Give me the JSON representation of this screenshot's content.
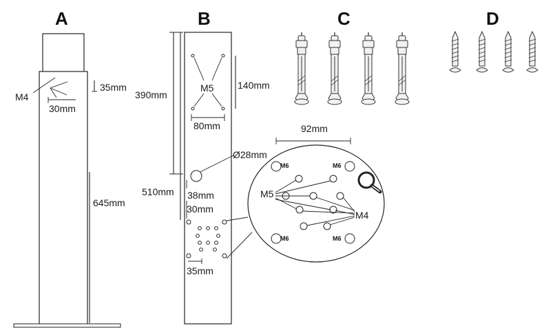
{
  "parts": {
    "a": {
      "letter": "A",
      "m4": "M4",
      "d35": "35mm",
      "d30": "30mm",
      "d645": "645mm"
    },
    "b": {
      "letter": "B",
      "m5": "M5",
      "d390": "390mm",
      "d140": "140mm",
      "d80": "80mm",
      "d28": "Ø28mm",
      "d510": "510mm",
      "d38": "38mm",
      "d30": "30mm",
      "d35": "35mm"
    },
    "c": {
      "letter": "C"
    },
    "d": {
      "letter": "D"
    }
  },
  "detail": {
    "d92": "92mm",
    "m6": "M6",
    "m5": "M5",
    "m4": "M4"
  }
}
